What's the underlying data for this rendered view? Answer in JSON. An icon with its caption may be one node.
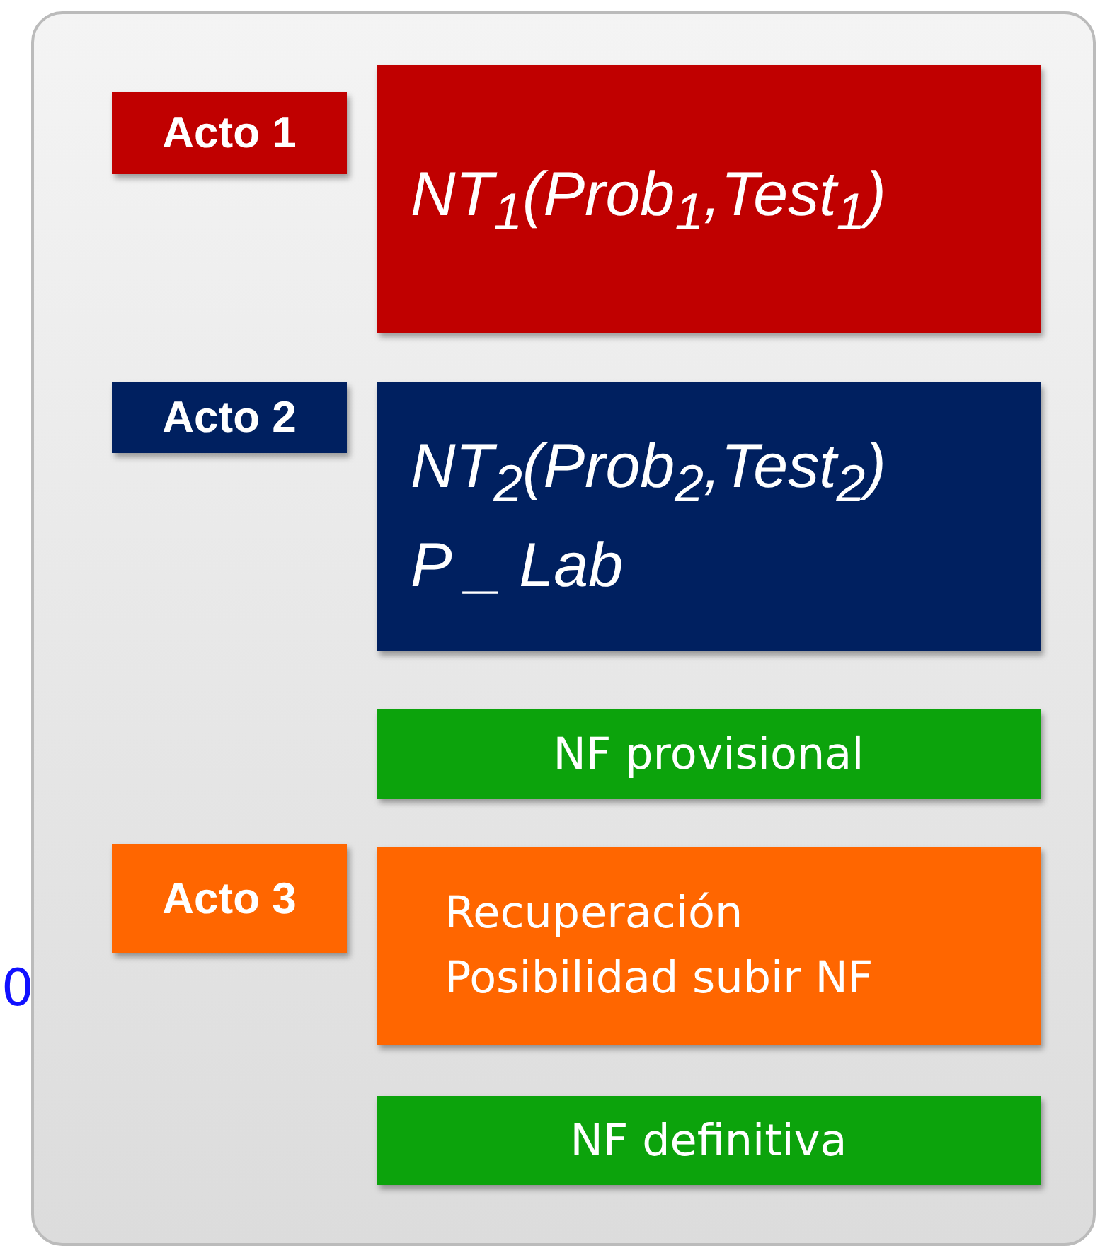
{
  "diagram": {
    "nodes": [
      {
        "text": [],
        "shape": "box"
      },
      {
        "text": [
          "Acto 1"
        ],
        "in": 0
      },
      {
        "text": [
          "NT$_{1}$(Prob$_{1}$,Test$_{1}$)"
        ],
        "in": 0
      },
      {
        "text": [
          "Acto 2"
        ],
        "in": 0
      },
      {
        "text": [
          "NT$_{2}$(Prob$_{2}$,Test$_{2}$)",
          "P _ Lab"
        ],
        "in": 0
      },
      {
        "text": [
          "NF provisional"
        ],
        "in": 0
      },
      {
        "text": [
          "Acto 3"
        ],
        "in": 0
      },
      {
        "text": [
          "Recuperación Posibilidad subir NF"
        ],
        "in": 0
      },
      {
        "text": [
          "NF definitiva"
        ],
        "in": 0
      }
    ],
    "edges": [],
    "labels": [
      "0"
    ]
  }
}
